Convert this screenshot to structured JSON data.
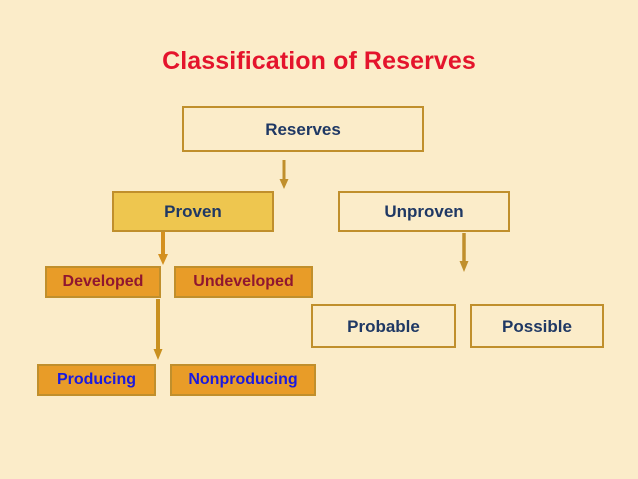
{
  "slide": {
    "title": "Classification of Reserves",
    "background_color": "#fbecc9",
    "title_color": "#e4142c"
  },
  "palette": {
    "border_gold": "#c08f2c",
    "fill_amber": "#eec64f",
    "fill_orange": "#e89c28",
    "text_navy": "#1f3864",
    "text_maroon": "#8f1630",
    "text_blue": "#1a1ae0",
    "arrow_gold": "#c08f2c",
    "arrow_orange": "#d4901f"
  },
  "diagram": {
    "type": "hierarchy",
    "nodes": [
      {
        "id": "reserves",
        "label": "Reserves",
        "style": "hollow",
        "level": 0
      },
      {
        "id": "proven",
        "label": "Proven",
        "style": "amber",
        "level": 1
      },
      {
        "id": "unproven",
        "label": "Unproven",
        "style": "hollow",
        "level": 1
      },
      {
        "id": "developed",
        "label": "Developed",
        "style": "orange-maroon",
        "level": 2
      },
      {
        "id": "undeveloped",
        "label": "Undeveloped",
        "style": "orange-maroon",
        "level": 2
      },
      {
        "id": "probable",
        "label": "Probable",
        "style": "hollow",
        "level": 2
      },
      {
        "id": "possible",
        "label": "Possible",
        "style": "hollow",
        "level": 2
      },
      {
        "id": "producing",
        "label": "Producing",
        "style": "orange-blue",
        "level": 3
      },
      {
        "id": "nonproducing",
        "label": "Nonproducing",
        "style": "orange-blue",
        "level": 3
      }
    ],
    "edges": [
      {
        "from": "reserves",
        "to": "proven-unproven-row",
        "icon": "down-arrow-icon"
      },
      {
        "from": "proven",
        "to": "developed-undeveloped-row",
        "icon": "down-arrow-icon"
      },
      {
        "from": "unproven",
        "to": "probable-possible-row",
        "icon": "down-arrow-icon"
      },
      {
        "from": "undeveloped",
        "to": "producing-nonproducing-row",
        "icon": "down-arrow-icon"
      }
    ]
  }
}
